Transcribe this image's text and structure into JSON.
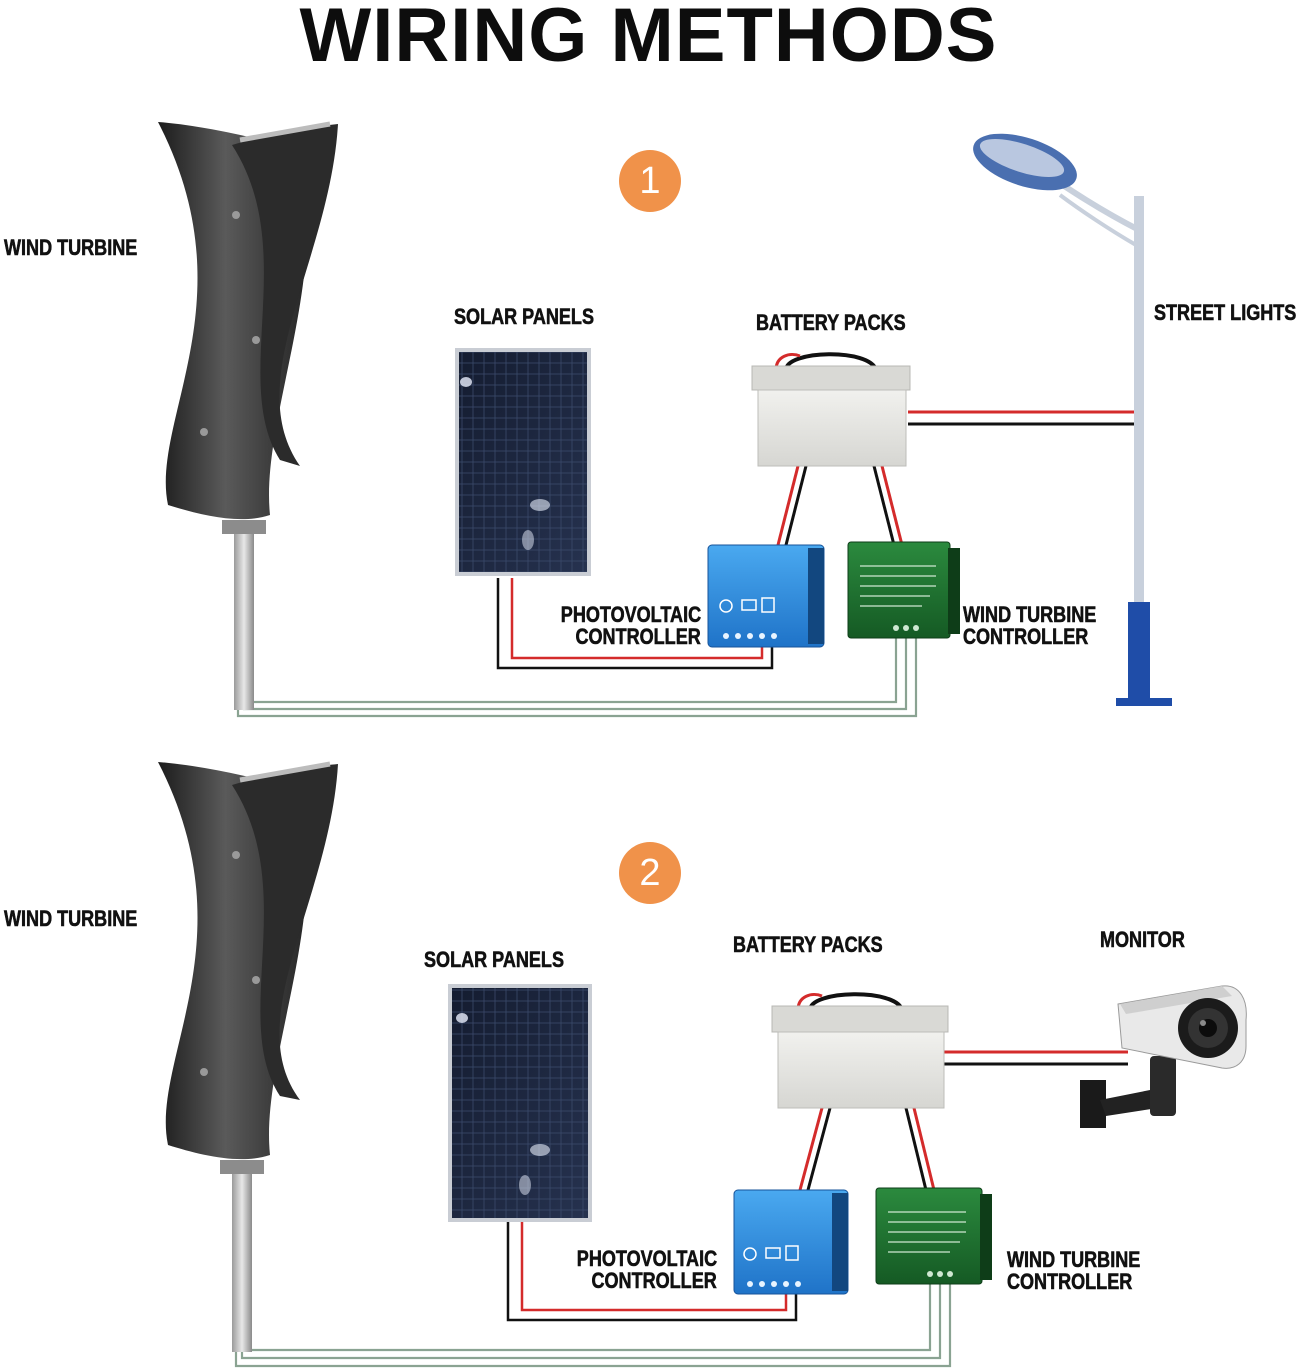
{
  "title": "WIRING METHODS",
  "colors": {
    "badge": "#f0924a",
    "wire_positive": "#d42b2b",
    "wire_negative": "#111111",
    "wire_ac": "#8aa392",
    "battery": "#e6e6e2",
    "pv_controller": "#2f8fe0",
    "wt_controller": "#1e6b2e",
    "solar_panel": "#1d2740",
    "turbine": "#3a3a3a",
    "lamp_post": "#c8d0dc",
    "lamp_base": "#1f4da8"
  },
  "diagrams": [
    {
      "number": "1",
      "labels": {
        "wind_turbine": "WIND TURBINE",
        "solar_panels": "SOLAR PANELS",
        "battery_packs": "BATTERY PACKS",
        "load": "STREET LIGHTS",
        "pv_controller_line1": "PHOTOVOLTAIC",
        "pv_controller_line2": "CONTROLLER",
        "wt_controller_line1": "WIND TURBINE",
        "wt_controller_line2": "CONTROLLER"
      }
    },
    {
      "number": "2",
      "labels": {
        "wind_turbine": "WIND TURBINE",
        "solar_panels": "SOLAR PANELS",
        "battery_packs": "BATTERY PACKS",
        "load": "MONITOR",
        "pv_controller_line1": "PHOTOVOLTAIC",
        "pv_controller_line2": "CONTROLLER",
        "wt_controller_line1": "WIND TURBINE",
        "wt_controller_line2": "CONTROLLER"
      }
    }
  ]
}
